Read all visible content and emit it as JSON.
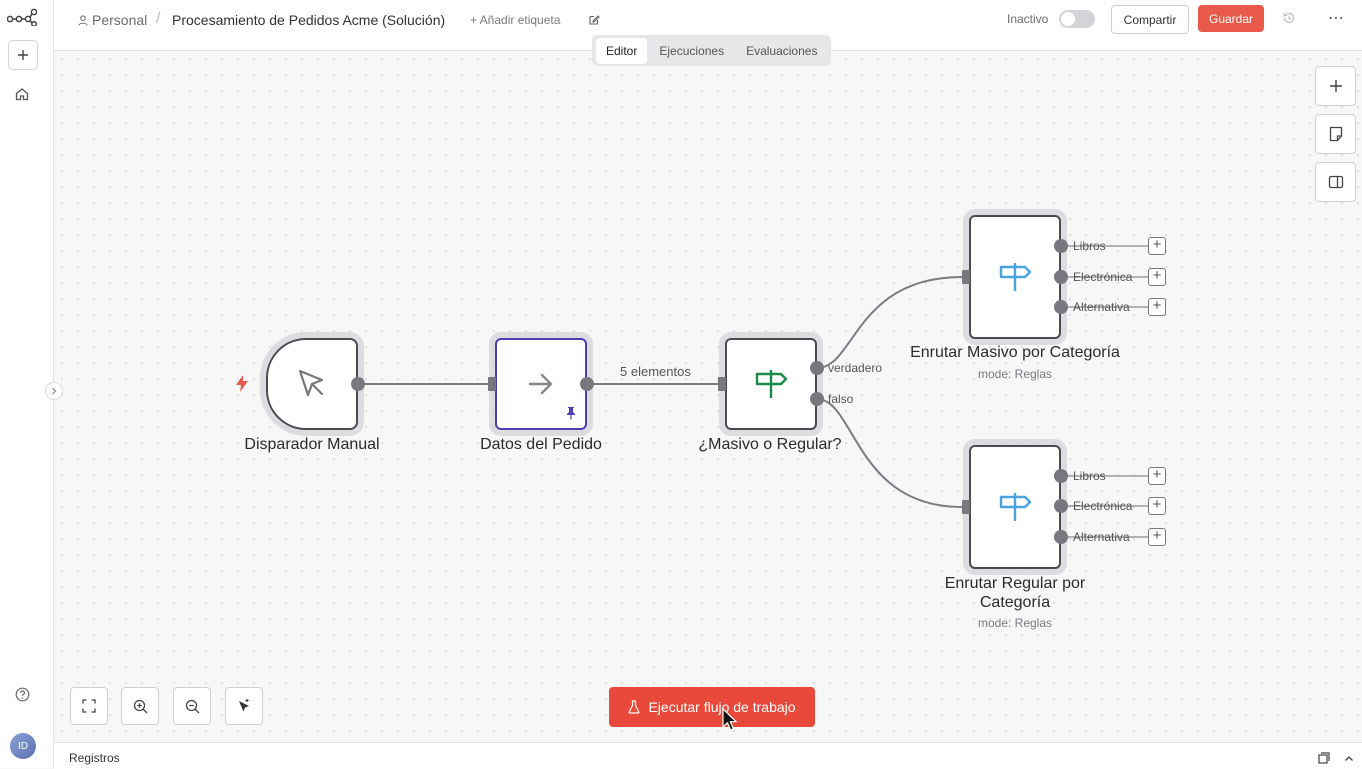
{
  "sidebar": {
    "logo_icon": "n8n-logo-icon",
    "new_icon": "plus-icon",
    "home_icon": "home-icon",
    "help_icon": "help-icon",
    "avatar_initials": "ID"
  },
  "header": {
    "project": "Personal",
    "separator": "/",
    "workflow_name": "Procesamiento de Pedidos Acme (Solución)",
    "add_tag": "+ Añadir etiqueta",
    "status_label": "Inactivo",
    "share_label": "Compartir",
    "save_label": "Guardar",
    "more_label": "⋯"
  },
  "tabs": [
    {
      "label": "Editor",
      "active": true
    },
    {
      "label": "Ejecuciones",
      "active": false
    },
    {
      "label": "Evaluaciones",
      "active": false
    }
  ],
  "nodes": {
    "manual": {
      "label": "Disparador Manual",
      "icon": "cursor-pointer-icon"
    },
    "order_data": {
      "label": "Datos del Pedido",
      "icon": "arrow-right-icon",
      "pinned_icon": "pin-icon"
    },
    "bulk_or_regular": {
      "label": "¿Masivo o Regular?",
      "icon": "signpost-icon",
      "outputs": [
        "verdadero",
        "falso"
      ]
    },
    "route_bulk": {
      "label": "Enrutar Masivo por Categoría",
      "subtitle": "mode: Reglas",
      "outputs": [
        "Libros",
        "Electrónica",
        "Alternativa"
      ]
    },
    "route_regular": {
      "label_line1": "Enrutar Regular por",
      "label_line2": "Categoría",
      "subtitle": "mode: Reglas",
      "outputs": [
        "Libros",
        "Electrónica",
        "Alternativa"
      ]
    }
  },
  "edge_label": "5 elementos",
  "controls": {
    "execute_label": "Ejecutar flujo de trabajo",
    "fit_icon": "fit-view-icon",
    "zoom_in_icon": "zoom-in-icon",
    "zoom_out_icon": "zoom-out-icon",
    "tidy_icon": "tidy-up-icon"
  },
  "logs": {
    "label": "Registros"
  },
  "colors": {
    "accent": "#ea5a4b",
    "execute": "#e9493a",
    "if_icon": "#1a8a4a",
    "switch_icon": "#4aa3df",
    "pinned_border": "#4a3fb5"
  }
}
